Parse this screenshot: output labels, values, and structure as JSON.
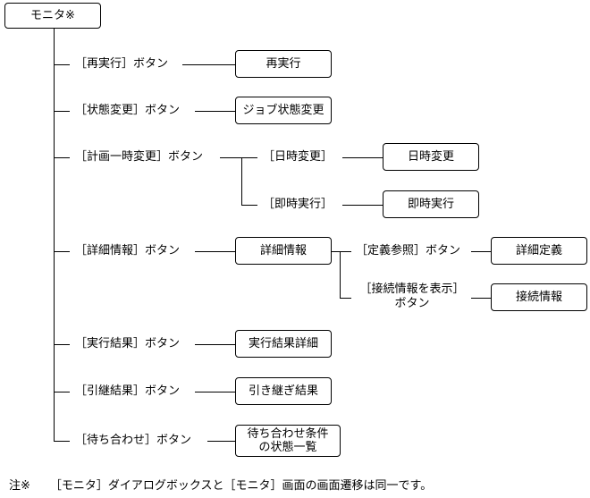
{
  "root": {
    "label": "モニタ※"
  },
  "branches": [
    {
      "button": "［再実行］ボタン",
      "target": "再実行"
    },
    {
      "button": "［状態変更］ボタン",
      "target": "ジョブ状態変更"
    },
    {
      "button": "［計画一時変更］ボタン",
      "children": [
        {
          "button": "［日時変更］",
          "target": "日時変更"
        },
        {
          "button": "［即時実行］",
          "target": "即時実行"
        }
      ]
    },
    {
      "button": "［詳細情報］ボタン",
      "target": "詳細情報",
      "children": [
        {
          "button": "［定義参照］ボタン",
          "target": "詳細定義"
        },
        {
          "button_line1": "［接続情報を表示］",
          "button_line2": "ボタン",
          "target": "接続情報"
        }
      ]
    },
    {
      "button": "［実行結果］ボタン",
      "target": "実行結果詳細"
    },
    {
      "button": "［引継結果］ボタン",
      "target": "引き継ぎ結果"
    },
    {
      "button": "［待ち合わせ］ボタン",
      "target_line1": "待ち合わせ条件",
      "target_line2": "の状態一覧"
    }
  ],
  "footnote": {
    "marker": "注※",
    "text": "［モニタ］ダイアログボックスと［モニタ］画面の画面遷移は同一です。"
  }
}
